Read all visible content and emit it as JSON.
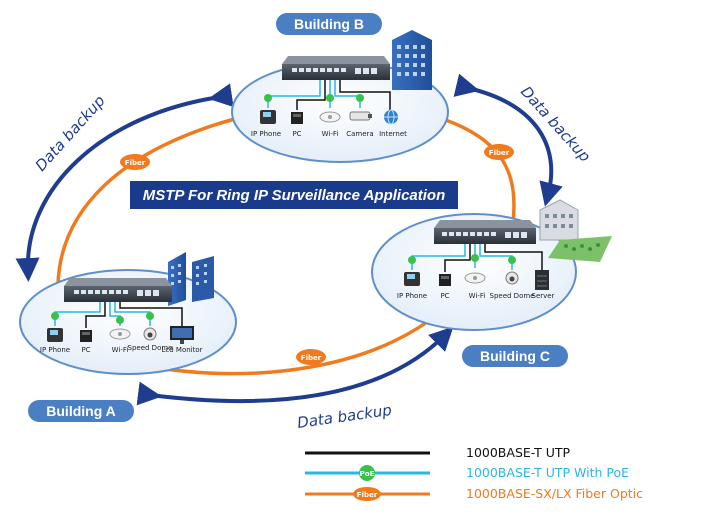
{
  "title": "MSTP For Ring IP Surveillance Application",
  "buildings": {
    "a": {
      "label": "Building A",
      "devices": [
        "IP Phone",
        "PC",
        "Wi-Fi",
        "Speed Dome",
        "Lcd Monitor"
      ]
    },
    "b": {
      "label": "Building B",
      "devices": [
        "IP Phone",
        "PC",
        "Wi-Fi",
        "Camera",
        "Internet"
      ]
    },
    "c": {
      "label": "Building C",
      "devices": [
        "IP Phone",
        "PC",
        "Wi-Fi",
        "Speed Dome",
        "Server"
      ]
    }
  },
  "links": {
    "fiber_badge": "Fiber",
    "poe_badge": "PoE",
    "data_backup": "Data backup"
  },
  "legend": [
    {
      "text": "1000BASE-T  UTP",
      "color": "#111111"
    },
    {
      "text": "1000BASE-T  UTP With PoE",
      "color": "#29b7e6"
    },
    {
      "text": "1000BASE-SX/LX  Fiber Optic",
      "color": "#f07a1e"
    }
  ],
  "colors": {
    "fiber": "#f07a1e",
    "poe": "#29b7e6",
    "backup_arrow": "#1f3d8f",
    "building_label_bg": "#4a7fc4",
    "title_bg": "#1a3a8c"
  }
}
